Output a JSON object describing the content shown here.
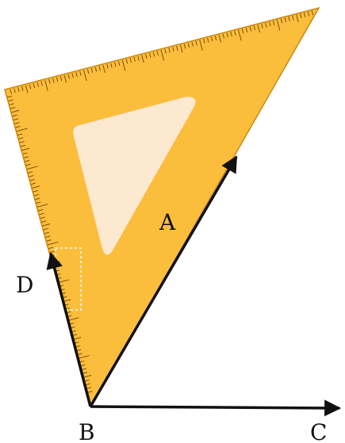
{
  "labels": {
    "A": "A",
    "B": "B",
    "C": "C",
    "D": "D"
  },
  "colors": {
    "ruler_fill": "#fbbd3c",
    "ruler_edge": "#c98a12",
    "cutout": "#fde9d0",
    "tick": "#7a5208",
    "arrow": "#111111",
    "highlight_box": "#ffffff"
  }
}
